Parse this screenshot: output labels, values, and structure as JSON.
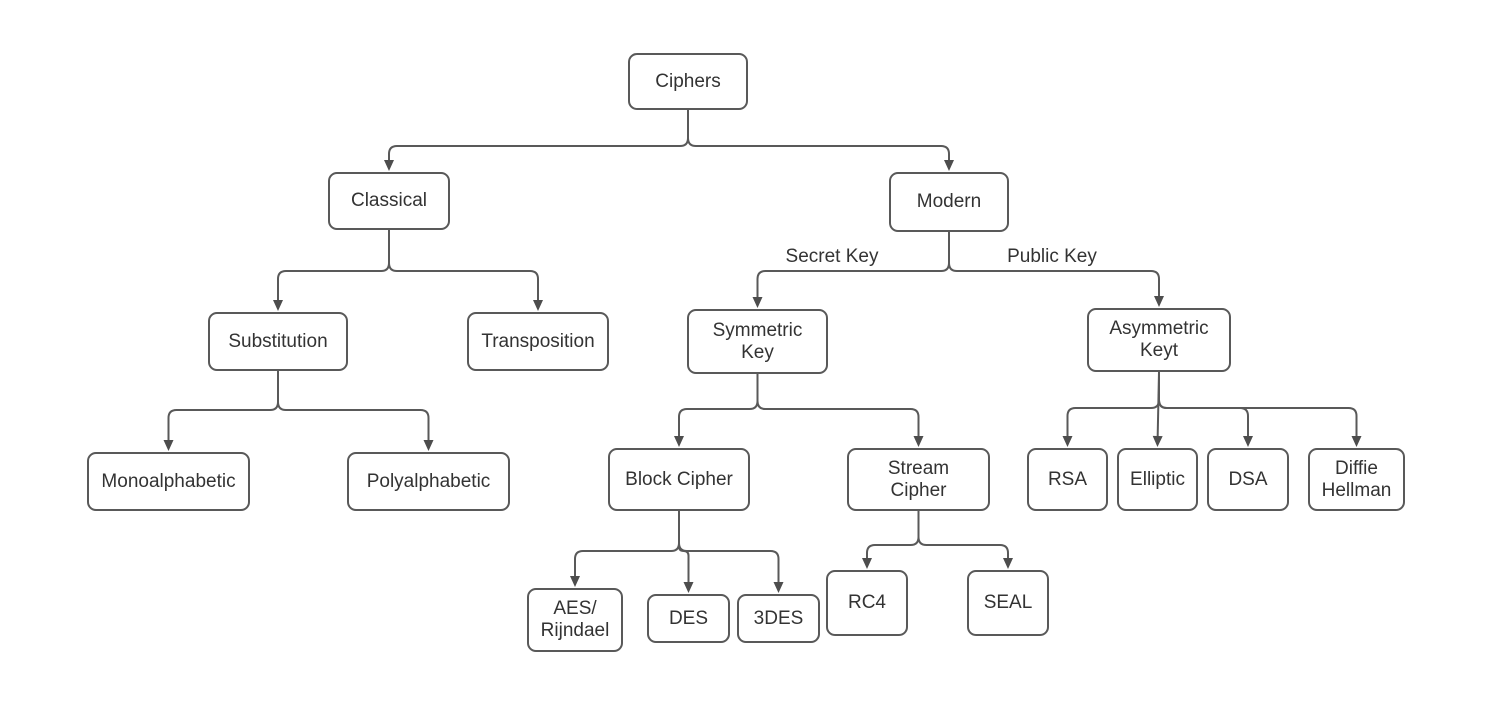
{
  "diagram": {
    "nodes": {
      "ciphers": {
        "label": "Ciphers"
      },
      "classical": {
        "label": "Classical"
      },
      "modern": {
        "label": "Modern"
      },
      "substitution": {
        "label": "Substitution"
      },
      "transposition": {
        "label": "Transposition"
      },
      "symmetric_key": {
        "label": "Symmetric\nKey"
      },
      "asymmetric_keyt": {
        "label": "Asymmetric\nKeyt"
      },
      "monoalphabetic": {
        "label": "Monoalphabetic"
      },
      "polyalphabetic": {
        "label": "Polyalphabetic"
      },
      "block_cipher": {
        "label": "Block Cipher"
      },
      "stream_cipher": {
        "label": "Stream\nCipher"
      },
      "rsa": {
        "label": "RSA"
      },
      "elliptic": {
        "label": "Elliptic"
      },
      "dsa": {
        "label": "DSA"
      },
      "diffie_hellman": {
        "label": "Diffie\nHellman"
      },
      "aes_rijndael": {
        "label": "AES/\nRijndael"
      },
      "des": {
        "label": "DES"
      },
      "tdes": {
        "label": "3DES"
      },
      "rc4": {
        "label": "RC4"
      },
      "seal": {
        "label": "SEAL"
      }
    },
    "edges": [
      {
        "from": "ciphers",
        "to": "classical"
      },
      {
        "from": "ciphers",
        "to": "modern"
      },
      {
        "from": "classical",
        "to": "substitution"
      },
      {
        "from": "classical",
        "to": "transposition"
      },
      {
        "from": "modern",
        "to": "symmetric_key",
        "label": "Secret Key"
      },
      {
        "from": "modern",
        "to": "asymmetric_keyt",
        "label": "Public Key"
      },
      {
        "from": "substitution",
        "to": "monoalphabetic"
      },
      {
        "from": "substitution",
        "to": "polyalphabetic"
      },
      {
        "from": "symmetric_key",
        "to": "block_cipher"
      },
      {
        "from": "symmetric_key",
        "to": "stream_cipher"
      },
      {
        "from": "asymmetric_keyt",
        "to": "rsa"
      },
      {
        "from": "asymmetric_keyt",
        "to": "elliptic"
      },
      {
        "from": "asymmetric_keyt",
        "to": "dsa"
      },
      {
        "from": "asymmetric_keyt",
        "to": "diffie_hellman"
      },
      {
        "from": "block_cipher",
        "to": "aes_rijndael"
      },
      {
        "from": "block_cipher",
        "to": "des"
      },
      {
        "from": "block_cipher",
        "to": "tdes"
      },
      {
        "from": "stream_cipher",
        "to": "rc4"
      },
      {
        "from": "stream_cipher",
        "to": "seal"
      }
    ],
    "colors": {
      "stroke": "#595959",
      "arrow": "#4d4d4d",
      "text": "#333333",
      "background": "#ffffff"
    }
  }
}
